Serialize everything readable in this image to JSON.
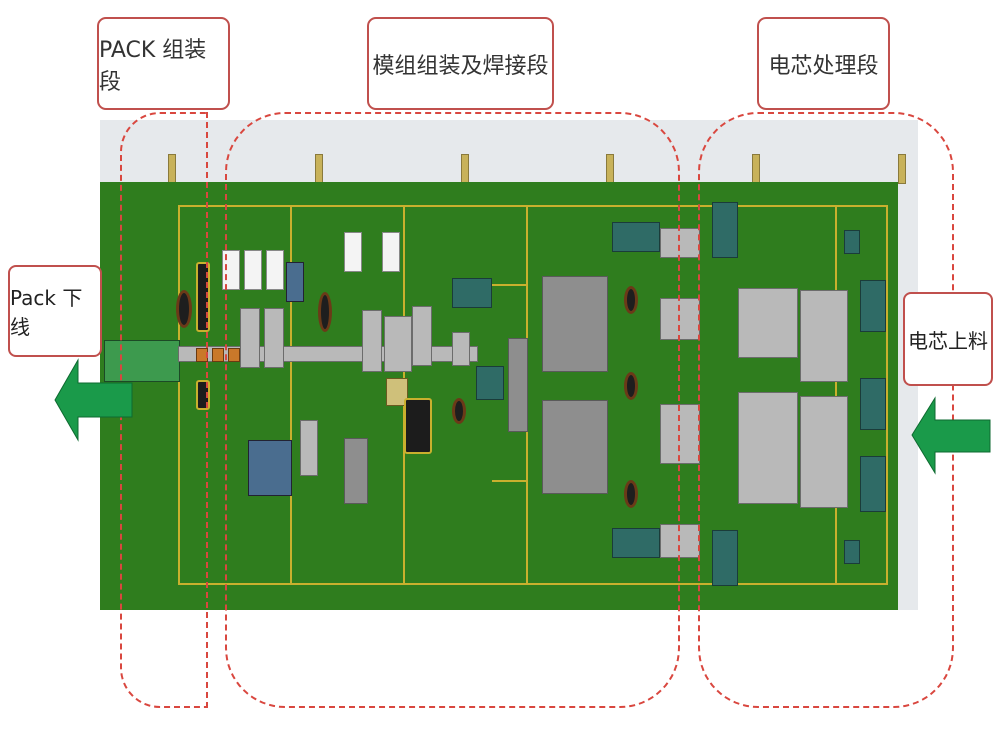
{
  "sections": {
    "pack_assembly": "PACK 组装段",
    "module_assembly_welding": "模组组装及焊接段",
    "cell_processing": "电芯处理段"
  },
  "io": {
    "output_label": "Pack 下线",
    "input_label": "电芯上料"
  },
  "colors": {
    "board_green": "#2f7d1e",
    "label_border_red": "#c0504d",
    "zone_dash_red": "#d9473f",
    "arrow_green": "#1a9a4a",
    "trace_gold": "#c9b02e"
  },
  "icons": {
    "output_arrow": "arrow-left-icon",
    "input_arrow": "arrow-left-icon"
  }
}
